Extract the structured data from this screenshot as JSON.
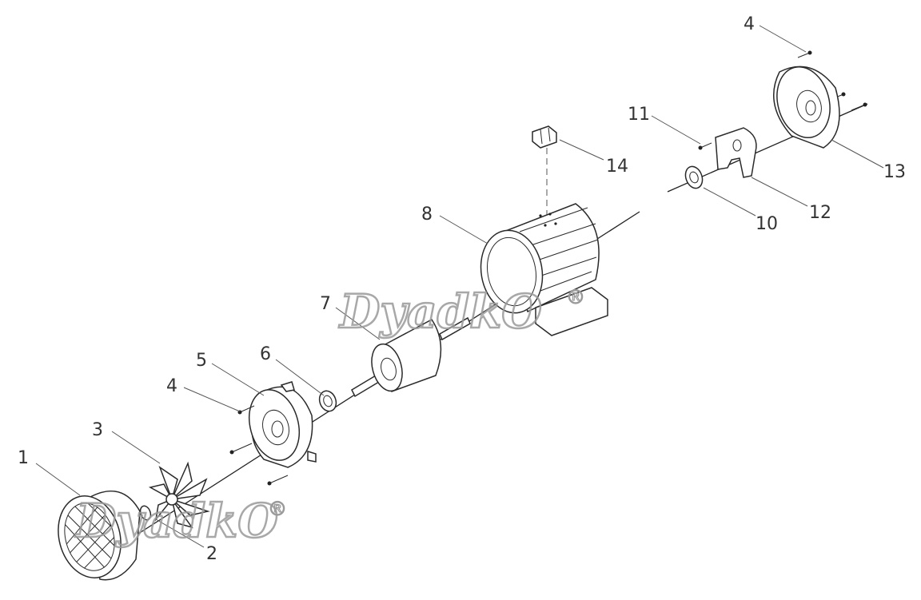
{
  "callouts": {
    "c1": "1",
    "c2": "2",
    "c3": "3",
    "c4a": "4",
    "c4b": "4",
    "c5": "5",
    "c6": "6",
    "c7": "7",
    "c8": "8",
    "c10": "10",
    "c11": "11",
    "c12": "12",
    "c13": "13",
    "c14": "14"
  },
  "watermark": {
    "text": "DyadkO",
    "mark": "®"
  },
  "colors": {
    "line": "#2a2a2a",
    "watermark": "#9a9a9a",
    "background": "#ffffff"
  }
}
